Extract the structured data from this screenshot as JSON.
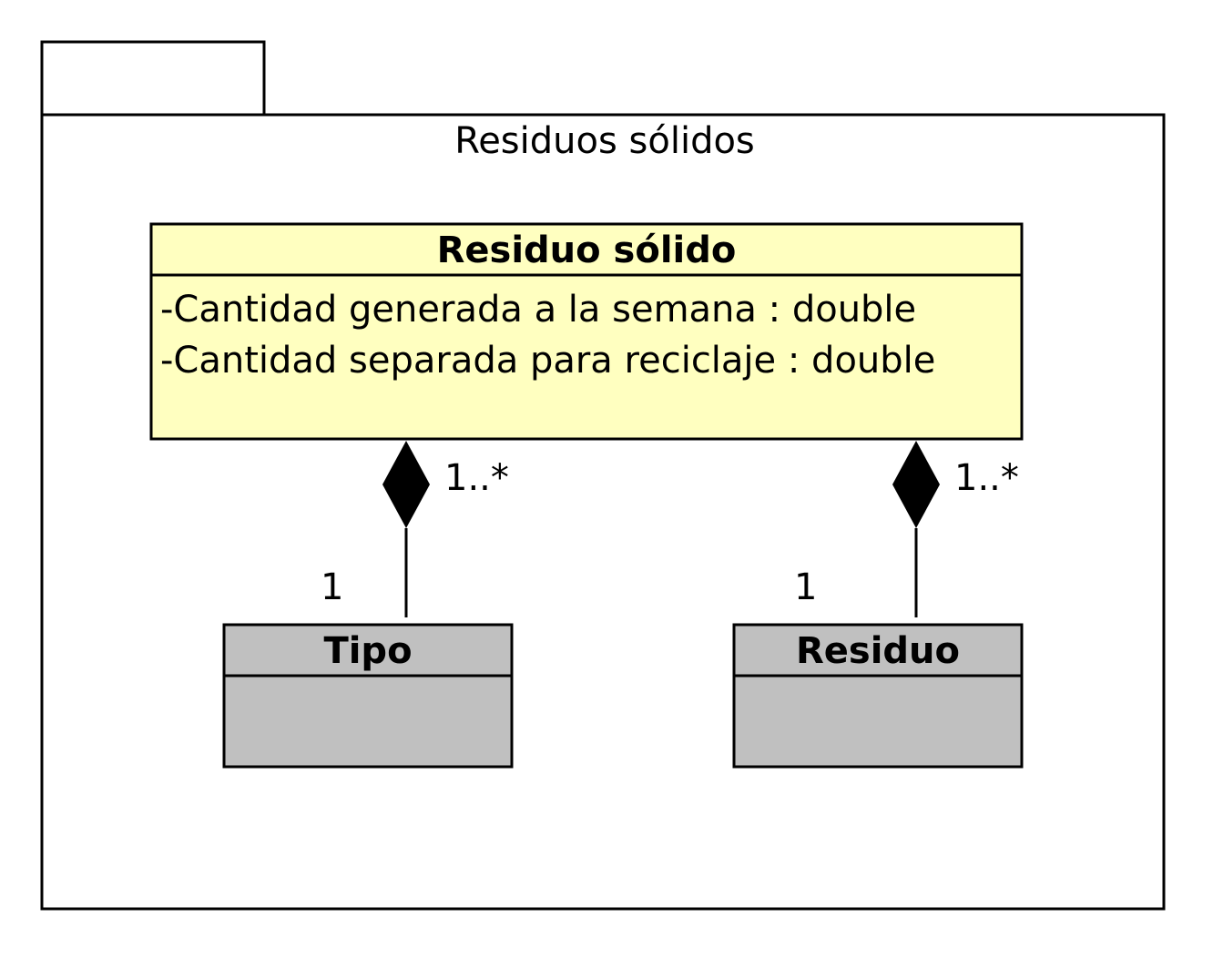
{
  "package": {
    "name": "Residuos sólidos"
  },
  "classes": {
    "residuo_solido": {
      "name": "Residuo sólido",
      "fill": "#ffffc0",
      "attributes": [
        "-Cantidad generada a la semana : double",
        "-Cantidad separada para reciclaje : double"
      ]
    },
    "tipo": {
      "name": "Tipo",
      "fill": "#c0c0c0"
    },
    "residuo": {
      "name": "Residuo",
      "fill": "#c0c0c0"
    }
  },
  "associations": [
    {
      "kind": "composition",
      "whole": "Residuo sólido",
      "part": "Tipo",
      "whole_multiplicity": "1..*",
      "part_multiplicity": "1"
    },
    {
      "kind": "composition",
      "whole": "Residuo sólido",
      "part": "Residuo",
      "whole_multiplicity": "1..*",
      "part_multiplicity": "1"
    }
  ]
}
